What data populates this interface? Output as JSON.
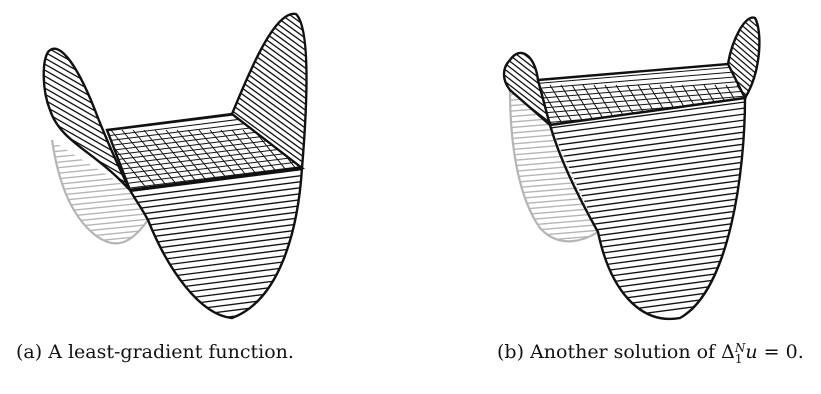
{
  "figures": [
    {
      "id": "a",
      "caption_label": "(a)",
      "caption_text": "A least-gradient function."
    },
    {
      "id": "b",
      "caption_label": "(b)",
      "caption_text_prefix": "Another solution of",
      "caption_math": {
        "operator": "Δ",
        "superscript": "N",
        "subscript": "1",
        "variable": "u",
        "rhs": "= 0."
      }
    }
  ],
  "colors": {
    "ink": "#111111",
    "back_face": "#b5b5b5"
  }
}
